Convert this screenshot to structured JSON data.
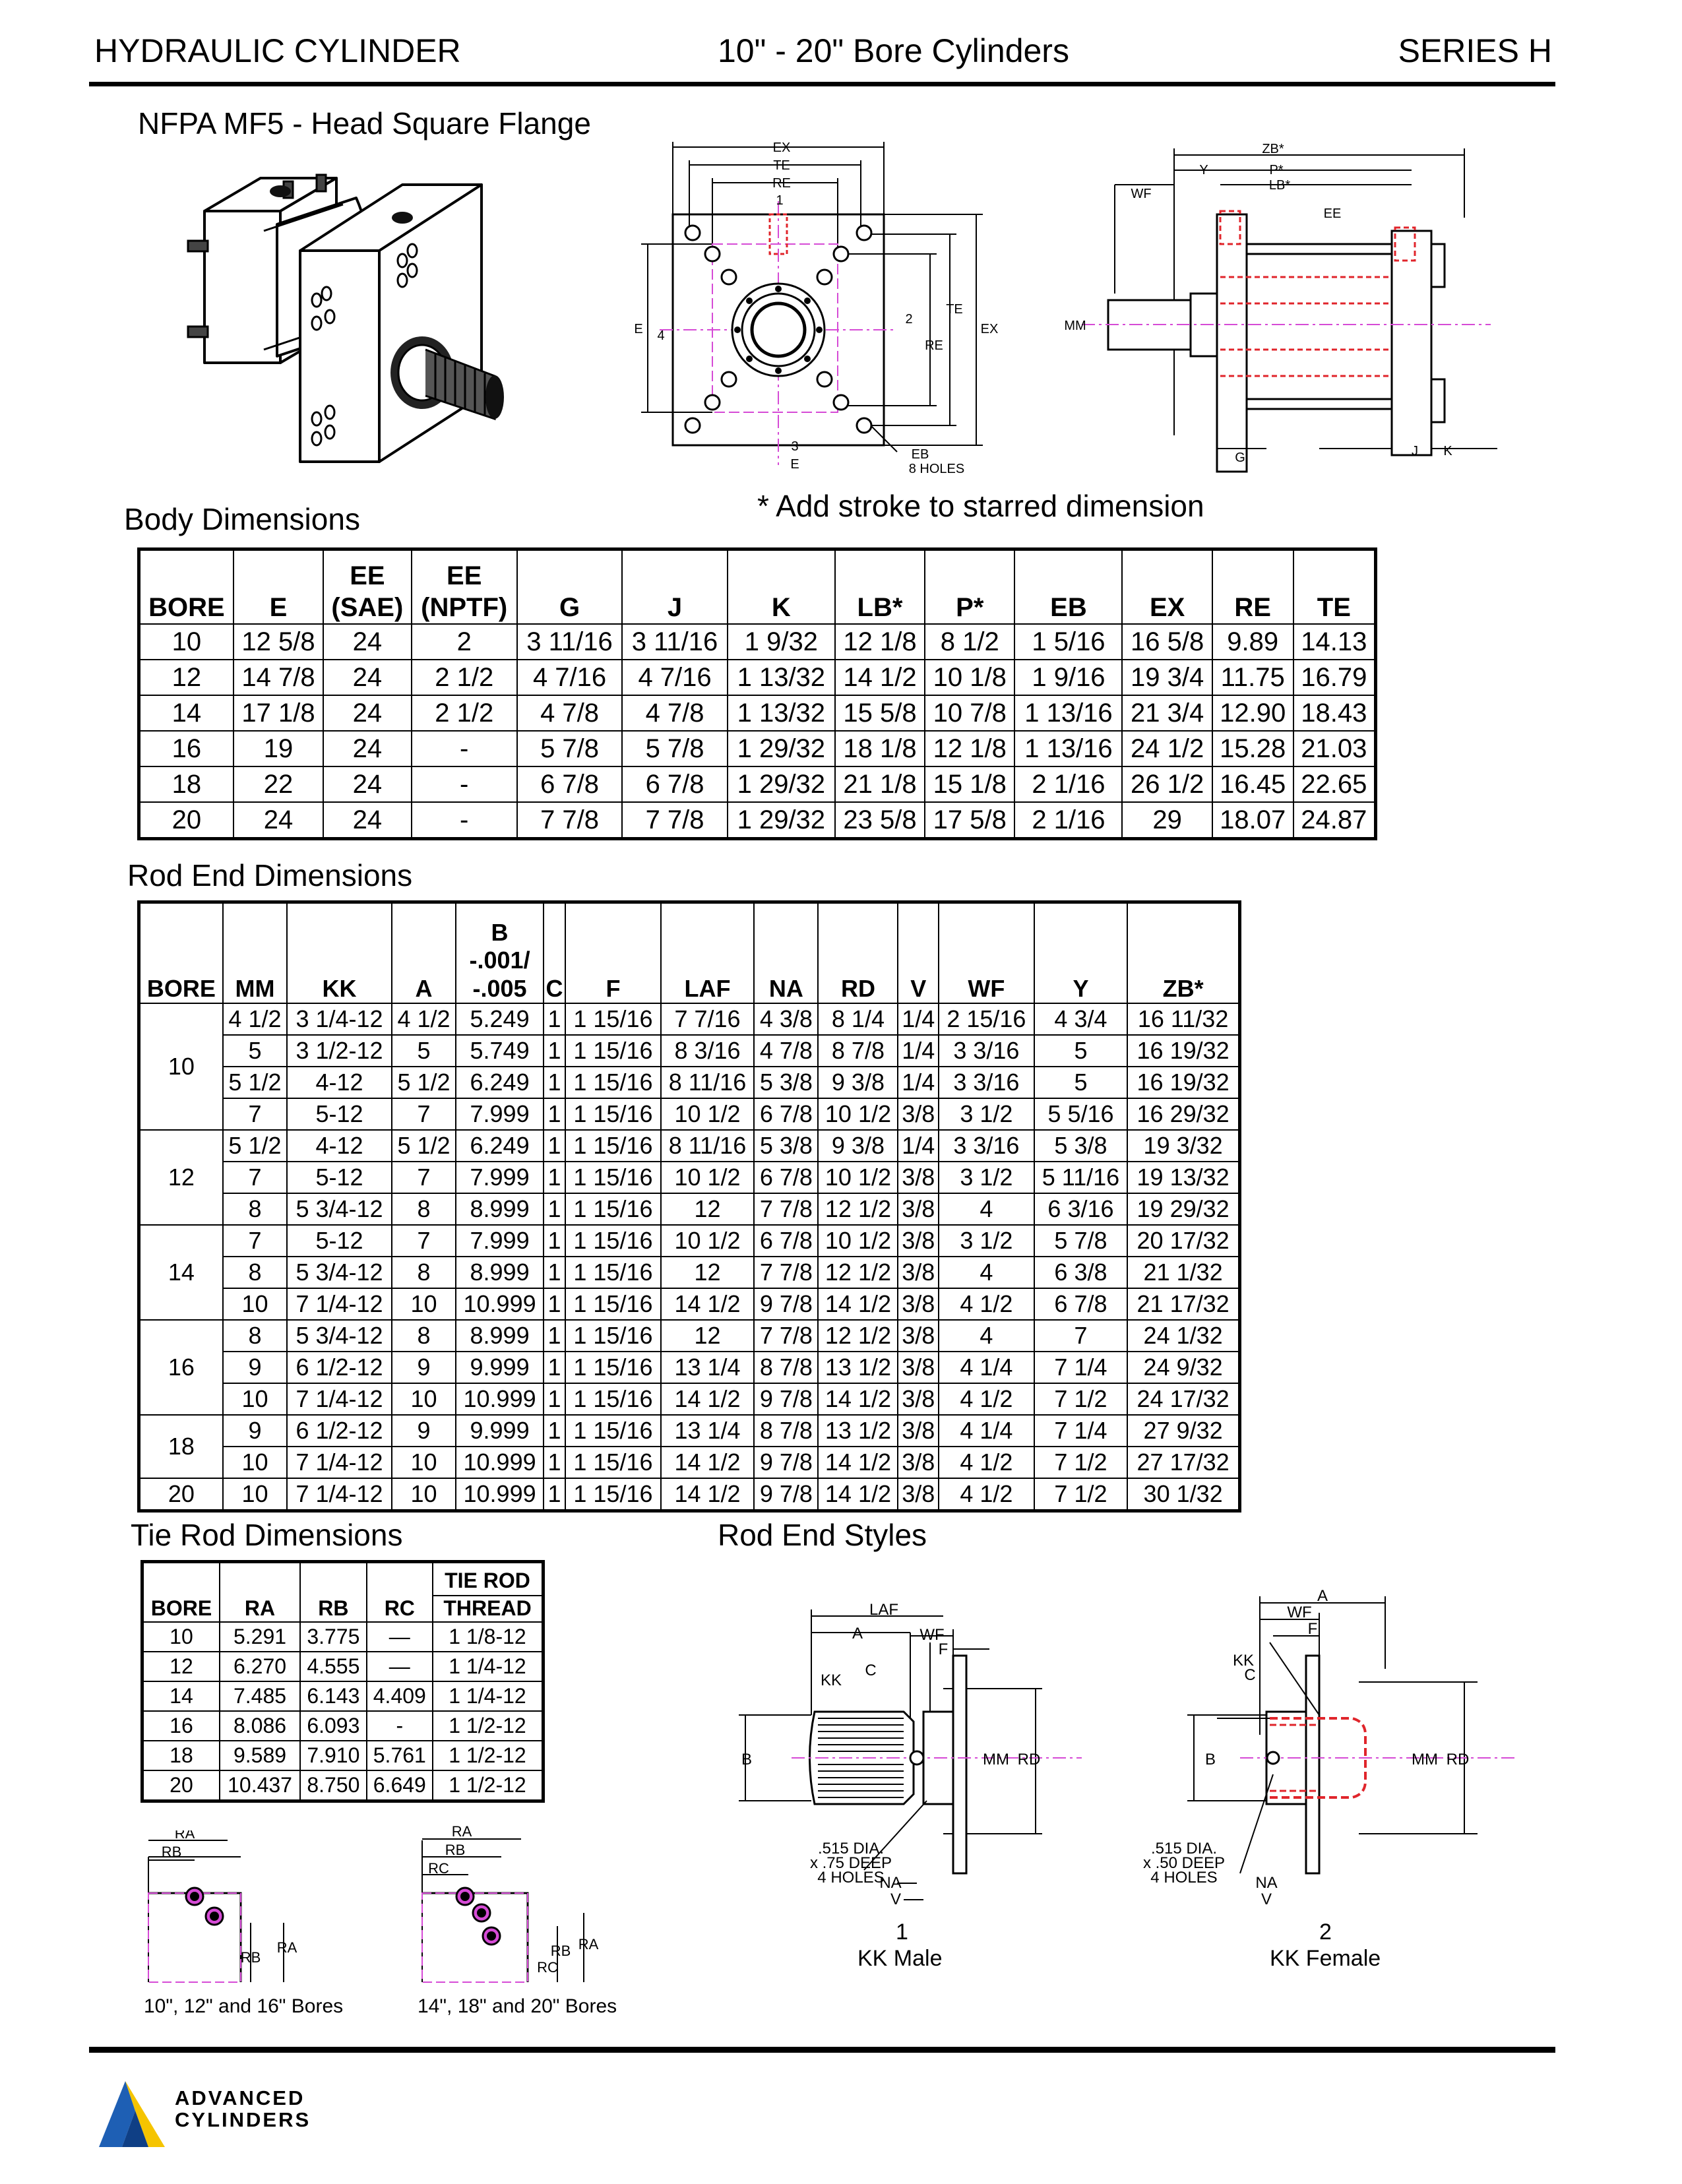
{
  "header": {
    "left": "HYDRAULIC CYLINDER",
    "center": "10\" - 20\" Bore Cylinders",
    "right": "SERIES H"
  },
  "drawing": {
    "title": "NFPA MF5 - Head Square Flange",
    "note": "* Add stroke to starred dimension",
    "front_view_labels": {
      "ex": "EX",
      "te": "TE",
      "re": "RE",
      "e": "E",
      "port1": "1",
      "port2": "2",
      "port3": "3",
      "port4": "4",
      "eb": "EB",
      "eb_holes": "8 HOLES"
    },
    "side_view_labels": {
      "zb": "ZB*",
      "y": "Y",
      "p": "P*",
      "lb": "LB*",
      "wf": "WF",
      "ee": "EE",
      "mm": "MM",
      "g": "G",
      "j": "J",
      "k": "K"
    }
  },
  "body_dimensions": {
    "title": "Body Dimensions",
    "header_top": [
      "",
      "",
      "EE",
      "EE",
      "",
      "",
      "",
      "",
      "",
      "",
      "",
      "",
      ""
    ],
    "header": [
      "BORE",
      "E",
      "(SAE)",
      "(NPTF)",
      "G",
      "J",
      "K",
      "LB*",
      "P*",
      "EB",
      "EX",
      "RE",
      "TE"
    ],
    "rows": [
      [
        "10",
        "12 5/8",
        "24",
        "2",
        "3 11/16",
        "3 11/16",
        "1 9/32",
        "12 1/8",
        "8 1/2",
        "1 5/16",
        "16 5/8",
        "9.89",
        "14.13"
      ],
      [
        "12",
        "14 7/8",
        "24",
        "2 1/2",
        "4 7/16",
        "4 7/16",
        "1 13/32",
        "14 1/2",
        "10 1/8",
        "1 9/16",
        "19 3/4",
        "11.75",
        "16.79"
      ],
      [
        "14",
        "17 1/8",
        "24",
        "2 1/2",
        "4 7/8",
        "4 7/8",
        "1 13/32",
        "15 5/8",
        "10 7/8",
        "1 13/16",
        "21 3/4",
        "12.90",
        "18.43"
      ],
      [
        "16",
        "19",
        "24",
        "-",
        "5 7/8",
        "5 7/8",
        "1 29/32",
        "18 1/8",
        "12 1/8",
        "1 13/16",
        "24 1/2",
        "15.28",
        "21.03"
      ],
      [
        "18",
        "22",
        "24",
        "-",
        "6 7/8",
        "6 7/8",
        "1 29/32",
        "21 1/8",
        "15 1/8",
        "2 1/16",
        "26 1/2",
        "16.45",
        "22.65"
      ],
      [
        "20",
        "24",
        "24",
        "-",
        "7 7/8",
        "7 7/8",
        "1 29/32",
        "23 5/8",
        "17 5/8",
        "2 1/16",
        "29",
        "18.07",
        "24.87"
      ]
    ]
  },
  "rod_end_dimensions": {
    "title": "Rod End Dimensions",
    "b_header": [
      "B",
      "-.001/",
      "-.005"
    ],
    "header": [
      "BORE",
      "MM",
      "KK",
      "A",
      "",
      "C",
      "F",
      "LAF",
      "NA",
      "RD",
      "V",
      "WF",
      "Y",
      "ZB*"
    ],
    "groups": [
      {
        "bore": "10",
        "rows": [
          [
            "4 1/2",
            "3 1/4-12",
            "4 1/2",
            "5.249",
            "1",
            "1 15/16",
            "7 7/16",
            "4 3/8",
            "8 1/4",
            "1/4",
            "2 15/16",
            "4 3/4",
            "16 11/32"
          ],
          [
            "5",
            "3 1/2-12",
            "5",
            "5.749",
            "1",
            "1 15/16",
            "8 3/16",
            "4 7/8",
            "8 7/8",
            "1/4",
            "3 3/16",
            "5",
            "16 19/32"
          ],
          [
            "5 1/2",
            "4-12",
            "5 1/2",
            "6.249",
            "1",
            "1 15/16",
            "8 11/16",
            "5 3/8",
            "9 3/8",
            "1/4",
            "3 3/16",
            "5",
            "16 19/32"
          ],
          [
            "7",
            "5-12",
            "7",
            "7.999",
            "1",
            "1 15/16",
            "10 1/2",
            "6 7/8",
            "10 1/2",
            "3/8",
            "3 1/2",
            "5 5/16",
            "16 29/32"
          ]
        ]
      },
      {
        "bore": "12",
        "rows": [
          [
            "5 1/2",
            "4-12",
            "5 1/2",
            "6.249",
            "1",
            "1 15/16",
            "8 11/16",
            "5 3/8",
            "9 3/8",
            "1/4",
            "3 3/16",
            "5 3/8",
            "19 3/32"
          ],
          [
            "7",
            "5-12",
            "7",
            "7.999",
            "1",
            "1 15/16",
            "10 1/2",
            "6 7/8",
            "10 1/2",
            "3/8",
            "3 1/2",
            "5 11/16",
            "19 13/32"
          ],
          [
            "8",
            "5 3/4-12",
            "8",
            "8.999",
            "1",
            "1 15/16",
            "12",
            "7 7/8",
            "12 1/2",
            "3/8",
            "4",
            "6 3/16",
            "19 29/32"
          ]
        ]
      },
      {
        "bore": "14",
        "rows": [
          [
            "7",
            "5-12",
            "7",
            "7.999",
            "1",
            "1 15/16",
            "10 1/2",
            "6 7/8",
            "10 1/2",
            "3/8",
            "3 1/2",
            "5 7/8",
            "20 17/32"
          ],
          [
            "8",
            "5 3/4-12",
            "8",
            "8.999",
            "1",
            "1 15/16",
            "12",
            "7 7/8",
            "12 1/2",
            "3/8",
            "4",
            "6 3/8",
            "21 1/32"
          ],
          [
            "10",
            "7 1/4-12",
            "10",
            "10.999",
            "1",
            "1 15/16",
            "14 1/2",
            "9 7/8",
            "14 1/2",
            "3/8",
            "4 1/2",
            "6 7/8",
            "21 17/32"
          ]
        ]
      },
      {
        "bore": "16",
        "rows": [
          [
            "8",
            "5 3/4-12",
            "8",
            "8.999",
            "1",
            "1 15/16",
            "12",
            "7 7/8",
            "12 1/2",
            "3/8",
            "4",
            "7",
            "24 1/32"
          ],
          [
            "9",
            "6 1/2-12",
            "9",
            "9.999",
            "1",
            "1 15/16",
            "13 1/4",
            "8 7/8",
            "13 1/2",
            "3/8",
            "4 1/4",
            "7 1/4",
            "24 9/32"
          ],
          [
            "10",
            "7 1/4-12",
            "10",
            "10.999",
            "1",
            "1 15/16",
            "14 1/2",
            "9 7/8",
            "14 1/2",
            "3/8",
            "4 1/2",
            "7 1/2",
            "24 17/32"
          ]
        ]
      },
      {
        "bore": "18",
        "rows": [
          [
            "9",
            "6 1/2-12",
            "9",
            "9.999",
            "1",
            "1 15/16",
            "13 1/4",
            "8 7/8",
            "13 1/2",
            "3/8",
            "4 1/4",
            "7 1/4",
            "27 9/32"
          ],
          [
            "10",
            "7 1/4-12",
            "10",
            "10.999",
            "1",
            "1 15/16",
            "14 1/2",
            "9 7/8",
            "14 1/2",
            "3/8",
            "4 1/2",
            "7 1/2",
            "27 17/32"
          ]
        ]
      },
      {
        "bore": "20",
        "rows": [
          [
            "10",
            "7 1/4-12",
            "10",
            "10.999",
            "1",
            "1 15/16",
            "14 1/2",
            "9 7/8",
            "14 1/2",
            "3/8",
            "4 1/2",
            "7 1/2",
            "30 1/32"
          ]
        ]
      }
    ]
  },
  "tie_rod_dimensions": {
    "title": "Tie Rod Dimensions",
    "header_top": [
      "",
      "",
      "",
      "",
      "TIE ROD"
    ],
    "header": [
      "BORE",
      "RA",
      "RB",
      "RC",
      "THREAD"
    ],
    "rows": [
      [
        "10",
        "5.291",
        "3.775",
        "—",
        "1 1/8-12"
      ],
      [
        "12",
        "6.270",
        "4.555",
        "—",
        "1 1/4-12"
      ],
      [
        "14",
        "7.485",
        "6.143",
        "4.409",
        "1 1/4-12"
      ],
      [
        "16",
        "8.086",
        "6.093",
        "-",
        "1 1/2-12"
      ],
      [
        "18",
        "9.589",
        "7.910",
        "5.761",
        "1 1/2-12"
      ],
      [
        "20",
        "10.437",
        "8.750",
        "6.649",
        "1 1/2-12"
      ]
    ],
    "diagram_labels": {
      "ra": "RA",
      "rb": "RB",
      "rc": "RC"
    },
    "caption_left": "10\", 12\" and 16\" Bores",
    "caption_right": "14\", 18\" and 20\" Bores"
  },
  "rod_end_styles": {
    "title": "Rod End Styles",
    "style1": {
      "number": "1",
      "name": "KK Male",
      "labels": {
        "laf": "LAF",
        "a": "A",
        "wf": "WF",
        "f": "F",
        "c": "C",
        "kk": "KK",
        "b": "B",
        "mm": "MM",
        "rd": "RD",
        "na": "NA",
        "v": "V"
      },
      "note": [
        ".515 DIA.",
        "x .75 DEEP",
        "4 HOLES"
      ]
    },
    "style2": {
      "number": "2",
      "name": "KK Female",
      "labels": {
        "a": "A",
        "wf": "WF",
        "f": "F",
        "kk": "KK",
        "c": "C",
        "b": "B",
        "mm": "MM",
        "rd": "RD",
        "na": "NA",
        "v": "V"
      },
      "note": [
        ".515 DIA.",
        "x .50 DEEP",
        "4 HOLES"
      ]
    }
  },
  "footer": {
    "logo_line1": "ADVANCED",
    "logo_line2": "CYLINDERS",
    "colors": {
      "logo_blue": "#1e5fb4",
      "logo_yellow": "#f5c400",
      "dimension_pink": "#d64bd6",
      "port_red": "#e0252b"
    }
  }
}
